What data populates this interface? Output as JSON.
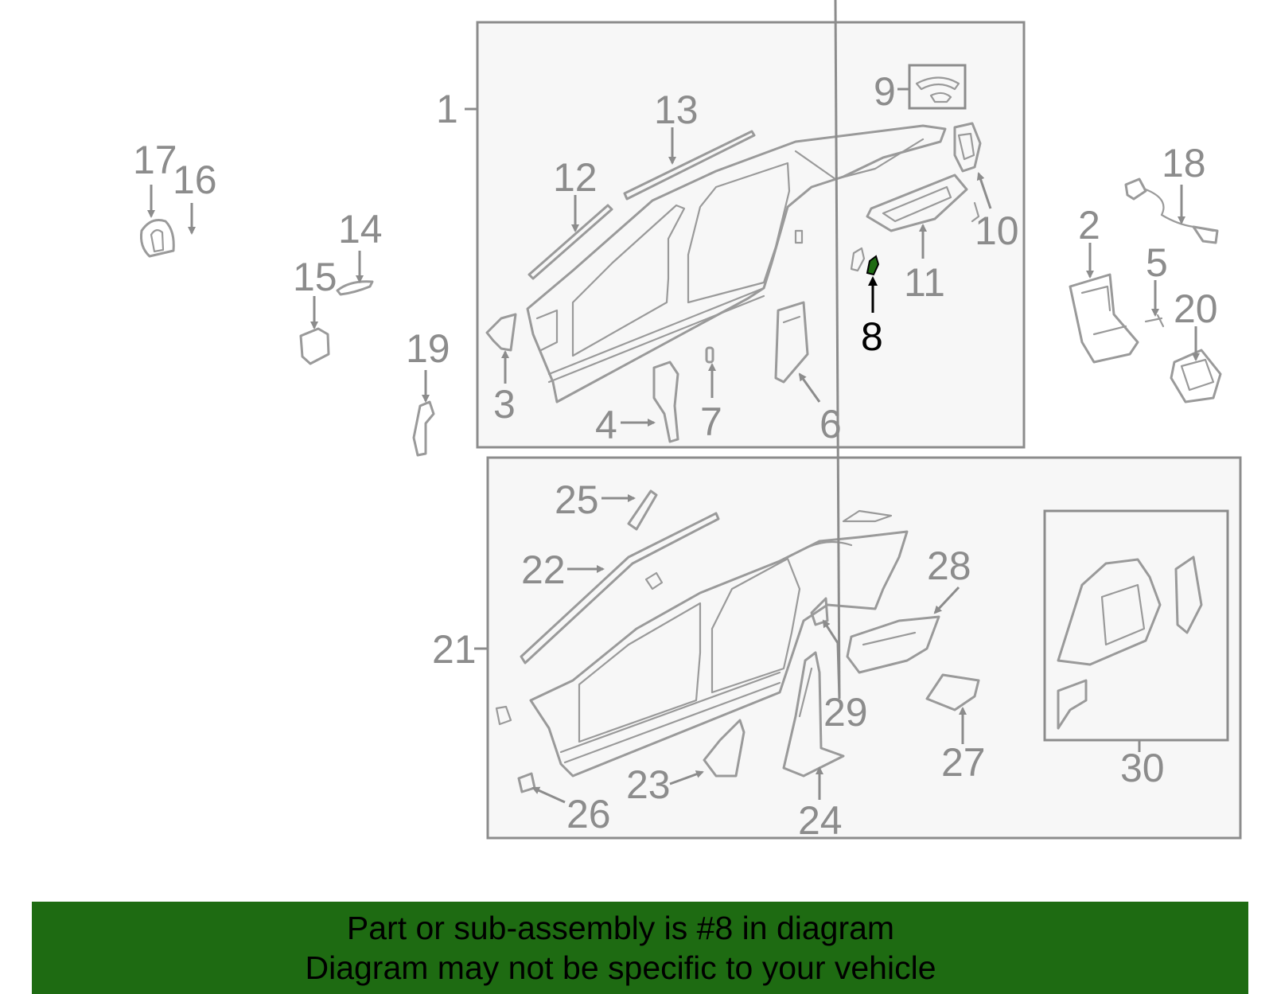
{
  "colors": {
    "banner_bg": "#1e6b12",
    "callout_gray": "#8c8c8c",
    "highlight_part": "#1e6b12",
    "panel_bg": "#f7f7f7"
  },
  "callouts": {
    "c1": "1",
    "c2": "2",
    "c3": "3",
    "c4": "4",
    "c5": "5",
    "c6": "6",
    "c7": "7",
    "c8": "8",
    "c9": "9",
    "c10": "10",
    "c11": "11",
    "c12": "12",
    "c13": "13",
    "c14": "14",
    "c15": "15",
    "c16": "16",
    "c17": "17",
    "c18": "18",
    "c19": "19",
    "c20": "20",
    "c21": "21",
    "c22": "22",
    "c23": "23",
    "c24": "24",
    "c25": "25",
    "c26": "26",
    "c27": "27",
    "c28": "28",
    "c29": "29",
    "c30": "30"
  },
  "banner": {
    "line1": "Part or sub-assembly is #8 in diagram",
    "line2": "Diagram may not be specific to your vehicle"
  }
}
